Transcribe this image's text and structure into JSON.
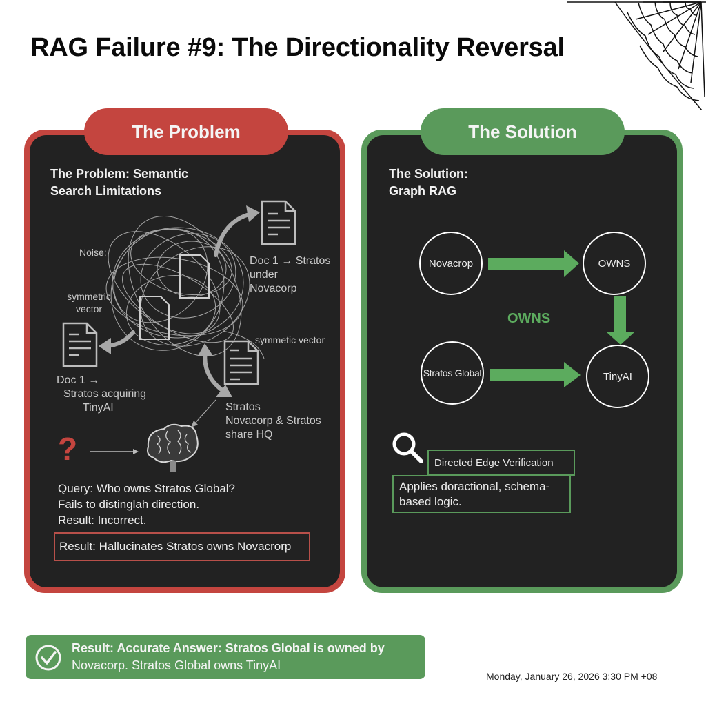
{
  "title": "RAG Failure #9: The Directionality Reversal",
  "colors": {
    "problem": "#c4453f",
    "solution": "#5a9a5b",
    "panel_bg": "#222222"
  },
  "problem": {
    "tab_label": "The Problem",
    "heading_line1": "The Problem: Semantic",
    "heading_line2": "Search Limitations",
    "labels": {
      "noise": "Noise:",
      "symmetric_vector_left_1": "symmetric",
      "symmetric_vector_left_2": "vector",
      "symmetric_vector_right": "symmetic vector",
      "doc_top_1": "Doc 1 → Stratos",
      "doc_top_2": "under",
      "doc_top_3": "Novacorp",
      "doc_left_1": "Doc 1 →",
      "doc_left_2": "Stratos acquiring",
      "doc_left_3": "TinyAI",
      "doc_right_1": "Stratos",
      "doc_right_2": "Novacorp & Stratos",
      "doc_right_3": "share HQ"
    },
    "question_mark": "?",
    "query_line": "Query: Who owns Stratos Global?",
    "fails_line": "Fails to distinglah direction.",
    "result_line": "Result: Incorrect.",
    "result_box": "Result: Hallucinates Stratos owns Novacrorp",
    "icons": [
      "document-icon",
      "document-icon",
      "document-icon",
      "tangled-noise-icon",
      "brain-icon",
      "question-mark-icon",
      "arrow-icon"
    ]
  },
  "solution": {
    "tab_label": "The Solution",
    "heading_line1": "The Solution:",
    "heading_line2": "Graph RAG",
    "nodes": [
      {
        "id": "novacrop",
        "label": "Novacrop"
      },
      {
        "id": "owns",
        "label": "OWNS"
      },
      {
        "id": "stratos",
        "label": "Stratos Global"
      },
      {
        "id": "tinyai",
        "label": "TinyAI"
      }
    ],
    "edges": [
      {
        "from": "novacrop",
        "to": "owns"
      },
      {
        "from": "owns",
        "to": "tinyai"
      },
      {
        "from": "stratos",
        "to": "tinyai"
      }
    ],
    "center_label": "OWNS",
    "verification_label": "Directed Edge Verification",
    "description": "Applies doractional, schema-based logic.",
    "description_line1": "Applies doractional, schema-",
    "description_line2": "based logic.",
    "icons": [
      "search-icon"
    ]
  },
  "answer": {
    "line1": "Result: Accurate Answer: Stratos Global is owned by",
    "line2": "Novacorp. Stratos Global owns TinyAI",
    "icon": "check-circle-icon"
  },
  "timestamp": "Monday, January 26, 2026 3:30 PM +08"
}
